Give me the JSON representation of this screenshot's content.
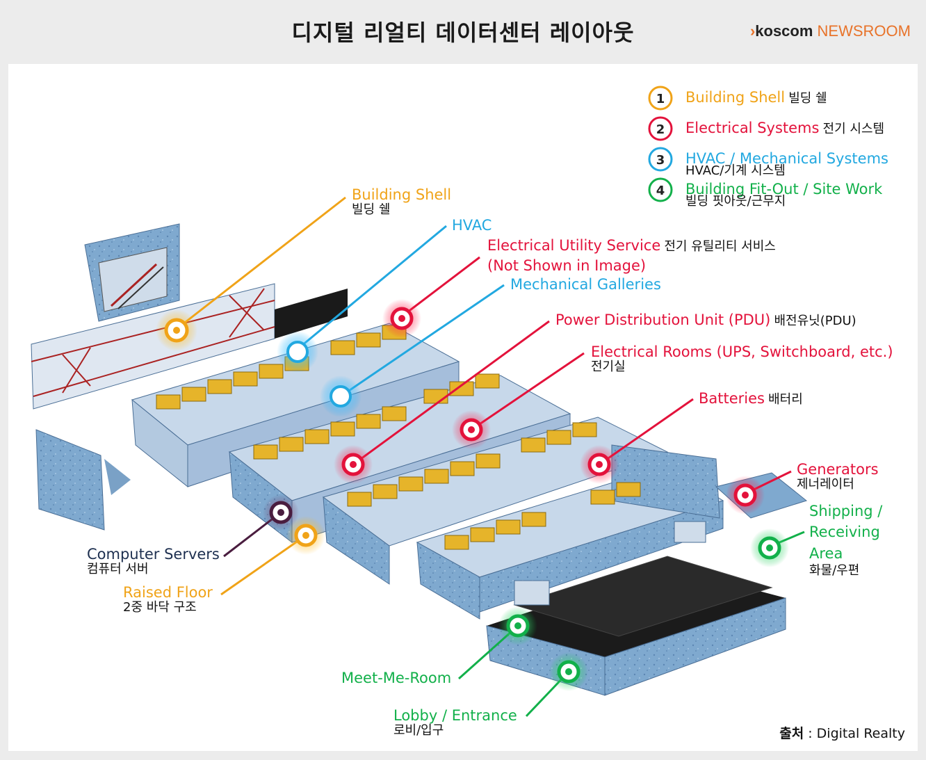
{
  "title": "디지털 리얼티 데이터센터 레이아웃",
  "brand": {
    "chevron": "›",
    "name": "koscom",
    "suffix": "NEWSROOM"
  },
  "legend": [
    {
      "num": "1",
      "en": "Building Shell",
      "ko": "빌딩 쉘",
      "color": "#f0a318"
    },
    {
      "num": "2",
      "en": "Electrical Systems",
      "ko": "전기 시스템",
      "color": "#e3123b"
    },
    {
      "num": "3",
      "en": "HVAC / Mechanical Systems",
      "ko": "HVAC/기계 시스템",
      "color": "#22a8e0"
    },
    {
      "num": "4",
      "en": "Building Fit-Out / Site Work",
      "ko": "빌딩 핏아웃/근무지",
      "color": "#12b04a"
    }
  ],
  "callouts": {
    "building_shell": {
      "en": "Building Shell",
      "ko": "빌딩 쉘"
    },
    "hvac": {
      "en": "HVAC"
    },
    "electrical_utility": {
      "en": "Electrical Utility Service",
      "ko": "전기 유틸리티 서비스",
      "en2": "(Not Shown in Image)"
    },
    "mech_galleries": {
      "en": "Mechanical Galleries"
    },
    "pdu": {
      "en": "Power Distribution Unit (PDU)",
      "ko": "배전유닛(PDU)"
    },
    "electrical_rooms": {
      "en": "Electrical Rooms (UPS, Switchboard, etc.)",
      "ko": "전기실"
    },
    "batteries": {
      "en": "Batteries",
      "ko": "배터리"
    },
    "generators": {
      "en": "Generators",
      "ko": "제너레이터"
    },
    "shipping": {
      "en1": "Shipping /",
      "en2": "Receiving",
      "en3": "Area",
      "ko": "화물/우편"
    },
    "computer_servers": {
      "en": "Computer Servers",
      "ko": "컴퓨터 서버"
    },
    "raised_floor": {
      "en": "Raised Floor",
      "ko": "2중 바닥 구조"
    },
    "meet_me_room": {
      "en": "Meet-Me-Room"
    },
    "lobby": {
      "en": "Lobby / Entrance",
      "ko": "로비/입구"
    }
  },
  "source": {
    "label": "출처",
    "value": ": Digital Realty"
  }
}
